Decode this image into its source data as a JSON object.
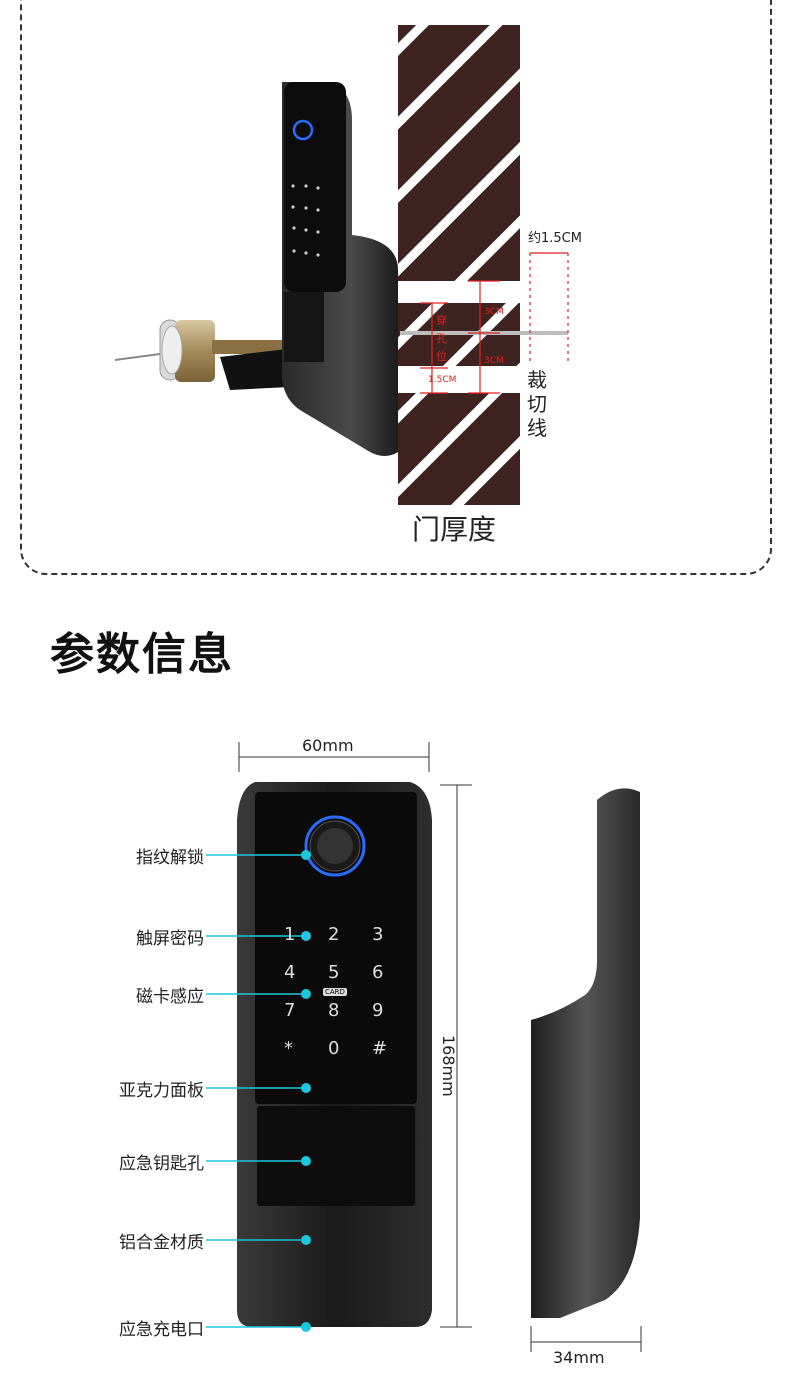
{
  "top_diagram": {
    "approx_label": "约1.5CM",
    "dim_3cm_upper": "3CM",
    "dim_3cm_lower": "3CM",
    "dim_1_5cm_left": "1.5CM",
    "hole_position_label": [
      "穿",
      "孔",
      "位"
    ],
    "cut_line_label": [
      "裁",
      "切",
      "线"
    ],
    "door_thickness_label": "门厚度"
  },
  "section": {
    "title": "参数信息"
  },
  "specs": {
    "width_label": "60mm",
    "height_label": "168mm",
    "depth_label": "34mm",
    "callouts": [
      "指纹解锁",
      "触屏密码",
      "磁卡感应",
      "亚克力面板",
      "应急钥匙孔",
      "铝合金材质",
      "应急充电口"
    ],
    "keypad": [
      "1",
      "2",
      "3",
      "4",
      "5",
      "6",
      "7",
      "8",
      "9",
      "*",
      "0",
      "#"
    ],
    "card_badge": "CARD"
  },
  "colors": {
    "door_brown": "#3f2321",
    "lock_black": "#1a1a1a",
    "accent_cyan": "#1ec8dc",
    "fingerprint_blue": "#2a6cff",
    "dimension_red": "#e02020"
  }
}
